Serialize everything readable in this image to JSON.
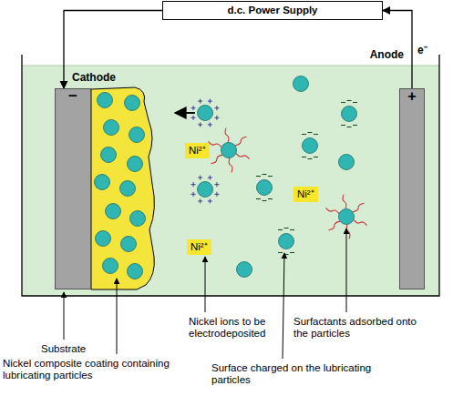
{
  "diagram": {
    "nodes": [
      {
        "text": [
          "d.c. Power Supply"
        ]
      },
      {
        "text": [
          "Cathode",
          "−"
        ]
      },
      {
        "text": [
          "Anode",
          "+"
        ]
      },
      {
        "text": [
          "Ni²⁺"
        ]
      },
      {
        "text": [
          "Ni²⁺"
        ]
      },
      {
        "text": [
          "Ni²⁺"
        ]
      }
    ],
    "edges": [
      {
        "from": 0,
        "to": 1,
        "arrow": "to"
      },
      {
        "from": 2,
        "to": 0,
        "label": "e⁻",
        "arrow": "to"
      }
    ],
    "labels": [
      "Substrate",
      "Nickel ions to be electrodeposited",
      "Surfactants adsorbed onto the particles",
      "Nickel composite coating containing lubricating particles",
      "Surface charged on the lubricating particles"
    ]
  }
}
